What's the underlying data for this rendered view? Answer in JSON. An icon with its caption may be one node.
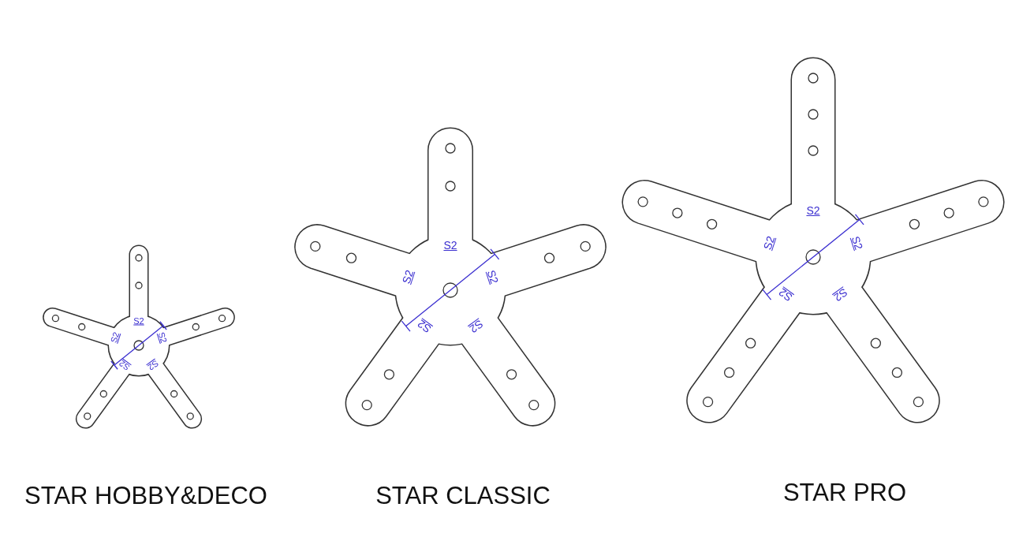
{
  "diagram": {
    "nodes": [
      {
        "text": [
          "STAR HOBBY&DECO"
        ]
      },
      {
        "text": [
          "STAR CLASSIC"
        ]
      },
      {
        "text": [
          "STAR PRO"
        ]
      }
    ],
    "edges": [],
    "labels": [
      "S2",
      "S2",
      "S2",
      "S2",
      "S2",
      "S2",
      "S2",
      "S2",
      "S2",
      "S2",
      "S2",
      "S2",
      "S2",
      "S2",
      "S2"
    ]
  }
}
